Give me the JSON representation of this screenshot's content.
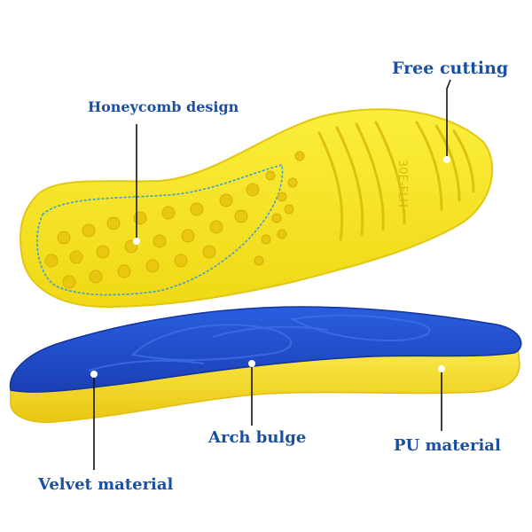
{
  "labels": {
    "free_cutting": "Free cutting",
    "honeycomb_design": "Honeycomb design",
    "arch_bulge": "Arch bulge",
    "pu_material": "PU material",
    "velvet_material": "Velvet material"
  },
  "insole_text": "30E-FLH",
  "colors": {
    "label_blue": "#1a4fa3",
    "insole_yellow": "#f5e21b",
    "insole_shadow": "#d9c20f",
    "velvet_blue": "#1b49c9",
    "pointer_line": "#111111",
    "stitch_blue": "#3c9fd0"
  }
}
